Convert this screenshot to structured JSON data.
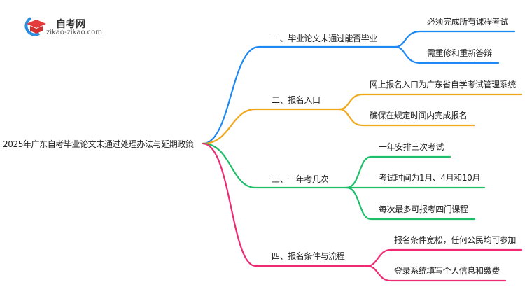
{
  "logo": {
    "name": "自考网",
    "url": "zikao-zikao.com"
  },
  "root": "2025年广东自考毕业论文未通过处理办法与延期政策",
  "branches": [
    {
      "label": "一、毕业论文未通过能否毕业",
      "color": "#1e88f5",
      "children": [
        "必须完成所有课程考试",
        "需重修和重新答辩"
      ]
    },
    {
      "label": "二、报名入口",
      "color": "#f0a81a",
      "children": [
        "网上报名入口为广东省自学考试管理系统",
        "确保在规定时间内完成报名"
      ]
    },
    {
      "label": "三、一年考几次",
      "color": "#1fbf6a",
      "children": [
        "一年安排三次考试",
        "考试时间为1月、4月和10月",
        "每次最多可报考四门课程"
      ]
    },
    {
      "label": "四、报名条件与流程",
      "color": "#ee2a72",
      "children": [
        "报名条件宽松，任何公民均可参加",
        "登录系统填写个人信息和缴费"
      ]
    }
  ]
}
